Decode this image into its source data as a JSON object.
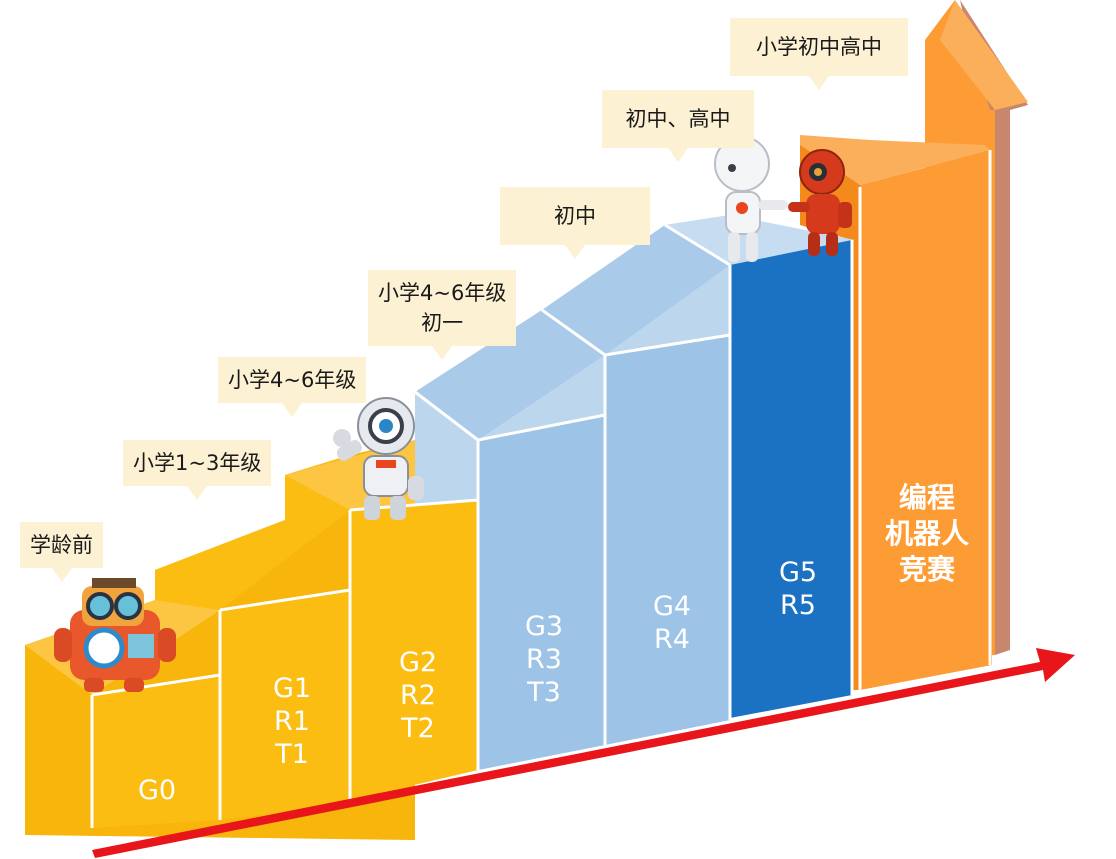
{
  "stages": [
    {
      "id": "g0",
      "caption": [
        "学龄前"
      ],
      "codes": [
        "G0"
      ]
    },
    {
      "id": "g1",
      "caption": [
        "小学1~3年级"
      ],
      "codes": [
        "G1",
        "R1",
        "T1"
      ]
    },
    {
      "id": "g2",
      "caption": [
        "小学4~6年级"
      ],
      "codes": [
        "G2",
        "R2",
        "T2"
      ]
    },
    {
      "id": "g3",
      "caption": [
        "小学4~6年级",
        "初一"
      ],
      "codes": [
        "G3",
        "R3",
        "T3"
      ]
    },
    {
      "id": "g4",
      "caption": [
        "初中"
      ],
      "codes": [
        "G4",
        "R4"
      ]
    },
    {
      "id": "g5",
      "caption": [
        "初中、高中"
      ],
      "codes": [
        "G5",
        "R5"
      ]
    },
    {
      "id": "top",
      "caption": [
        "小学初中高中"
      ],
      "codes": [
        "编程",
        "机器人",
        "竞赛"
      ]
    }
  ],
  "colors": {
    "yellow": "#fbbd12",
    "yellow_dark": "#f3aa06",
    "light_blue": "#9dc3e6",
    "light_blue_dark": "#86b1d9",
    "blue": "#1b71c2",
    "orange": "#fd9b34",
    "arrow_red": "#e8161a",
    "callout_bg": "#fdf1d4"
  },
  "icons": [
    "robot-mascot-icon",
    "eye-robot-icon",
    "white-robot-icon",
    "red-robot-icon"
  ]
}
